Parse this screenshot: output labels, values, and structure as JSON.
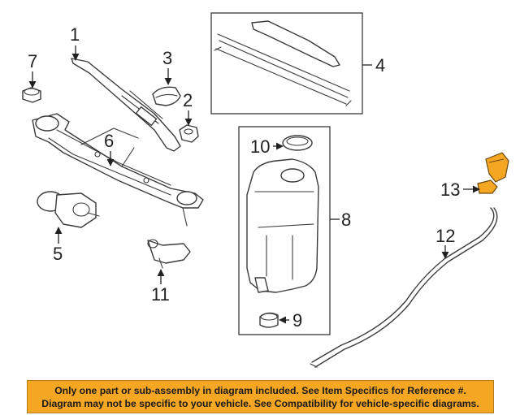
{
  "callouts": [
    "1",
    "2",
    "3",
    "4",
    "5",
    "6",
    "7",
    "8",
    "9",
    "10",
    "11",
    "12",
    "13"
  ],
  "highlight_color": "#f5a623",
  "notice": {
    "line1": "Only one part or sub-assembly in diagram included. See Item Specifics for Reference #.",
    "line2": "Diagram may not be specific to your vehicle. See Compatibility for vehicle-specific diagrams."
  }
}
